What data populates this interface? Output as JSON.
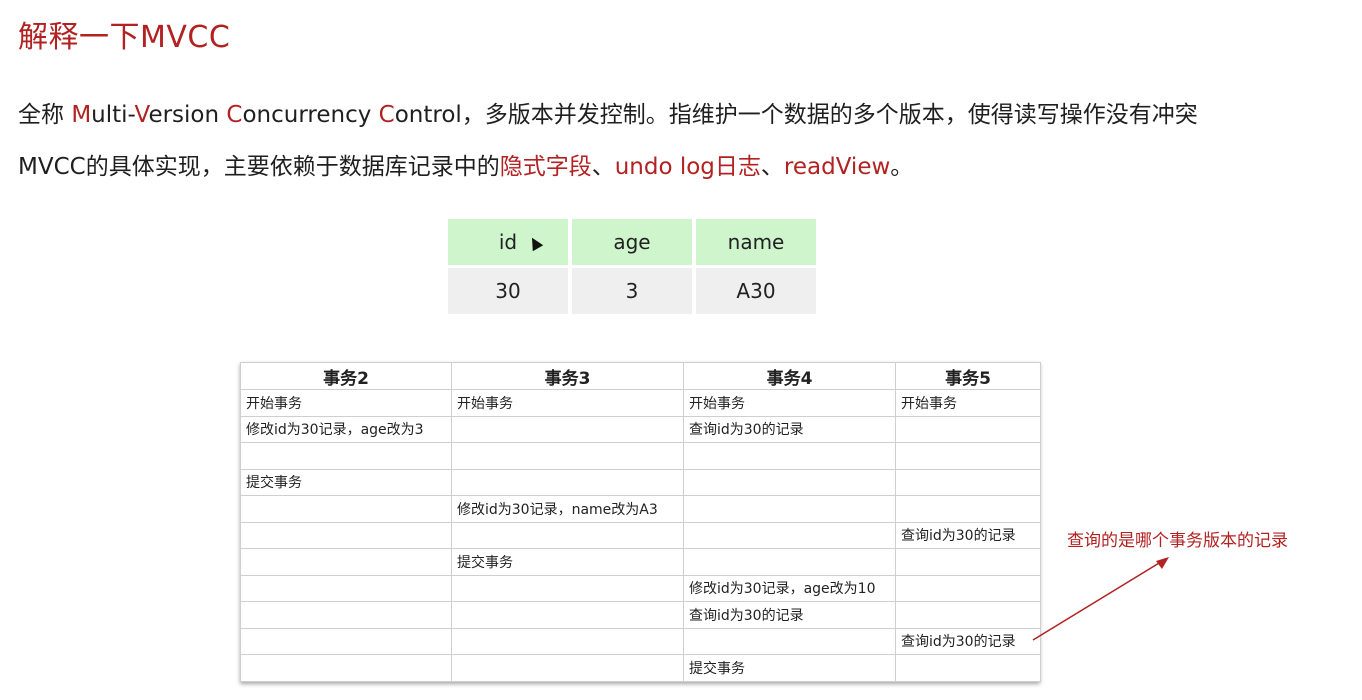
{
  "title": "解释一下MVCC",
  "intro": {
    "prefix": "全称 ",
    "m": "M",
    "m_rest": "ulti-",
    "v": "V",
    "v_rest": "ersion ",
    "c1": "C",
    "c1_rest": "oncurrency ",
    "c2": "C",
    "c2_rest": "ontrol",
    "suffix": "，多版本并发控制。指维护一个数据的多个版本，使得读写操作没有冲突"
  },
  "impl": {
    "prefix": "MVCC的具体实现，主要依赖于数据库记录中的",
    "hidden_fields": "隐式字段",
    "sep1": "、",
    "undo_log": "undo log日志",
    "sep2": "、",
    "read_view": "readView",
    "end": "。"
  },
  "record": {
    "headers": [
      "id",
      "age",
      "name"
    ],
    "row": [
      "30",
      "3",
      "A30"
    ]
  },
  "transactions": {
    "headers": [
      "事务2",
      "事务3",
      "事务4",
      "事务5"
    ],
    "rows": [
      [
        "开始事务",
        "开始事务",
        "开始事务",
        "开始事务"
      ],
      [
        "修改id为30记录，age改为3",
        "",
        "查询id为30的记录",
        ""
      ],
      [
        "",
        "",
        "",
        ""
      ],
      [
        "提交事务",
        "",
        "",
        ""
      ],
      [
        "",
        "修改id为30记录，name改为A3",
        "",
        ""
      ],
      [
        "",
        "",
        "",
        "查询id为30的记录"
      ],
      [
        "",
        "提交事务",
        "",
        ""
      ],
      [
        "",
        "",
        "修改id为30记录，age改为10",
        ""
      ],
      [
        "",
        "",
        "查询id为30的记录",
        ""
      ],
      [
        "",
        "",
        "",
        "查询id为30的记录"
      ],
      [
        "",
        "",
        "提交事务",
        ""
      ]
    ]
  },
  "annotation": "查询的是哪个事务版本的记录",
  "colors": {
    "accent": "#b22222",
    "header_green": "#cef5cc",
    "cell_gray": "#efefef"
  }
}
